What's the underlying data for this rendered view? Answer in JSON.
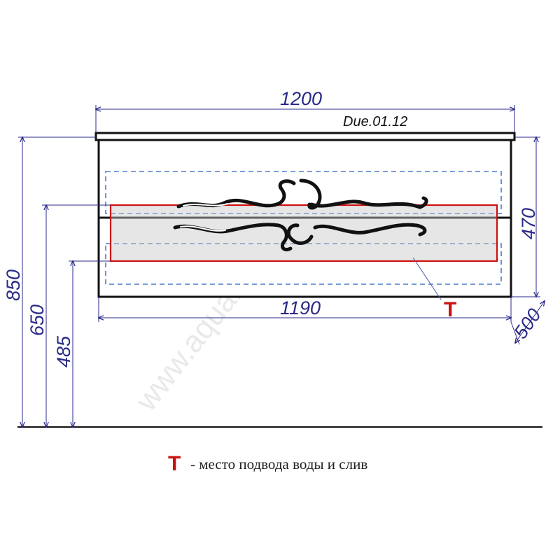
{
  "model": "Due.01.12",
  "dimensions": {
    "width_top": "1200",
    "width_bottom": "1190",
    "height_total": "850",
    "height_650": "650",
    "height_485": "485",
    "height_cabinet": "470",
    "depth": "500"
  },
  "marker": "T",
  "legend": {
    "symbol": "T",
    "text": "- место подвода воды и слив"
  },
  "watermark": "www.aquamir.ru",
  "colors": {
    "dimension": "#2a2a88",
    "marker": "#cc1111",
    "dashed": "#4a7bc8",
    "cabinet": "#111111"
  }
}
